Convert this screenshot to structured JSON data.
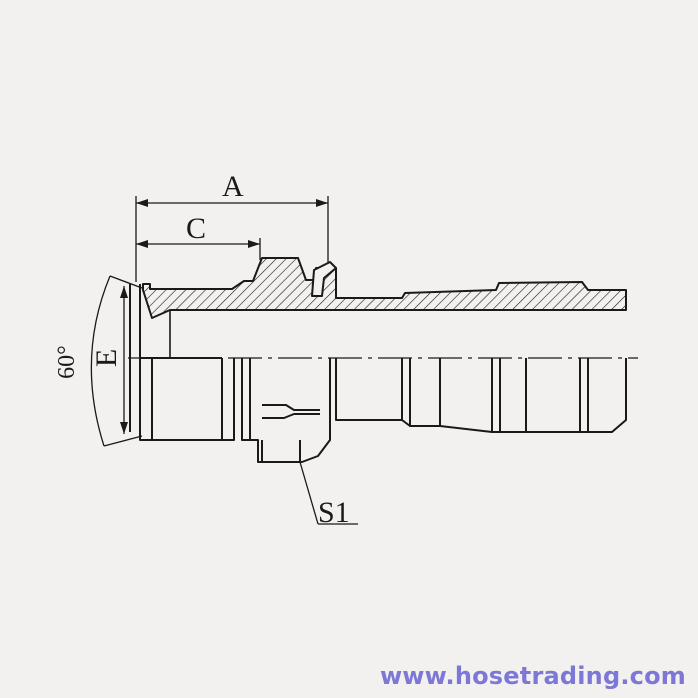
{
  "labels": {
    "dim_a": "A",
    "dim_c": "C",
    "dim_e": "E",
    "angle": "60°",
    "s1": "S1"
  },
  "watermark": "www.hosetrading.com",
  "colors": {
    "ink": "#1a1a1a",
    "background": "#f2f1ef",
    "watermark": "#7d77d6"
  }
}
